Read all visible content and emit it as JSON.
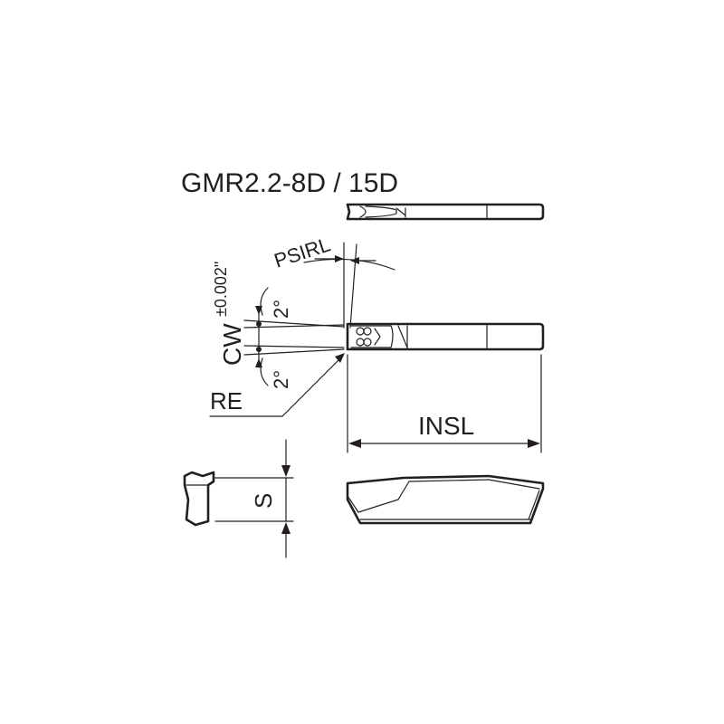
{
  "title": "GMR2.2-8D / 15D",
  "labels": {
    "psirl": "PSIRL",
    "cw": "CW",
    "cw_tolerance": "±0.002\"",
    "angle_top": "2°",
    "angle_bottom": "2°",
    "re": "RE",
    "insl": "INSL",
    "s": "S"
  },
  "colors": {
    "line": "#231f20",
    "background": "#ffffff"
  }
}
